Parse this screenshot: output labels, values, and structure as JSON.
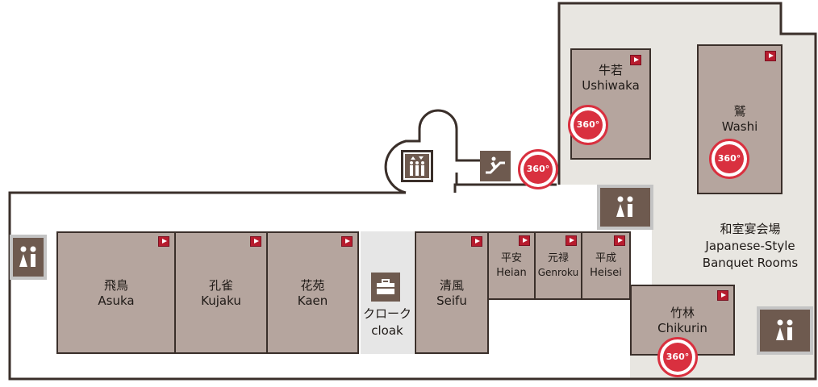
{
  "colors": {
    "room_fill": "#b5a59e",
    "wall": "#3a2f2a",
    "japanese_area": "#e8e6e1",
    "cloak_area": "#e6e6e6",
    "facility_icon": "#6e5a4f",
    "play_button": "#b71c2e",
    "badge_360": "#d9303f"
  },
  "rooms": {
    "asuka": {
      "jp": "飛鳥",
      "en": "Asuka"
    },
    "kujaku": {
      "jp": "孔雀",
      "en": "Kujaku"
    },
    "kaen": {
      "jp": "花苑",
      "en": "Kaen"
    },
    "seifu": {
      "jp": "清風",
      "en": "Seifu"
    },
    "heian": {
      "jp": "平安",
      "en": "Heian"
    },
    "genroku": {
      "jp": "元禄",
      "en": "Genroku"
    },
    "heisei": {
      "jp": "平成",
      "en": "Heisei"
    },
    "chikurin": {
      "jp": "竹林",
      "en": "Chikurin"
    },
    "ushiwaka": {
      "jp": "牛若",
      "en": "Ushiwaka"
    },
    "washi": {
      "jp": "鷲",
      "en": "Washi"
    }
  },
  "cloak": {
    "jp": "クローク",
    "en": "cloak"
  },
  "japanese_area": {
    "jp": "和室宴会場",
    "en_line1": "Japanese-Style",
    "en_line2": "Banquet Rooms"
  },
  "badge_360_label": "360°",
  "icons": {
    "play": "play-video-icon",
    "view_360": "360-view-icon",
    "restroom": "restroom-icon",
    "elevator": "elevator-icon",
    "escalator": "escalator-icon",
    "cloak": "cloakroom-icon"
  }
}
